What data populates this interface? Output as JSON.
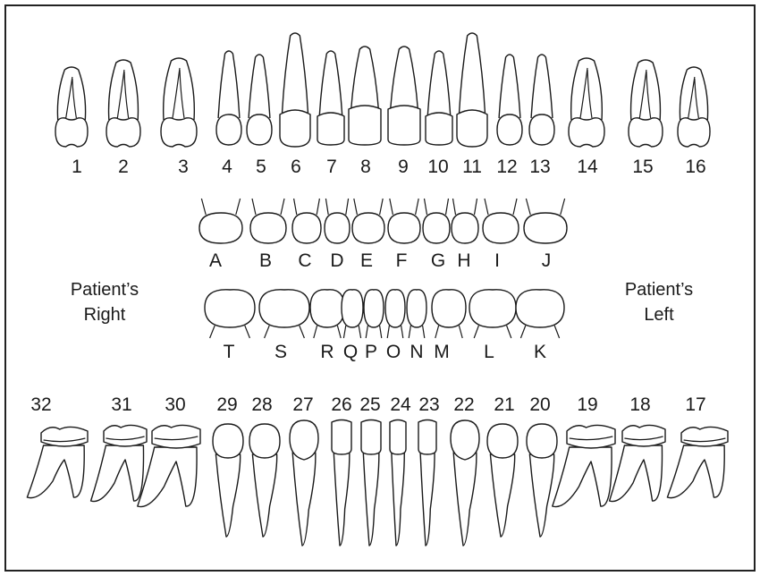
{
  "side_labels": {
    "right": {
      "line1": "Patient’s",
      "line2": "Right"
    },
    "left": {
      "line1": "Patient’s",
      "line2": "Left"
    }
  },
  "permanent_upper": [
    "1",
    "2",
    "3",
    "4",
    "5",
    "6",
    "7",
    "8",
    "9",
    "10",
    "11",
    "12",
    "13",
    "14",
    "15",
    "16"
  ],
  "primary_upper": [
    "A",
    "B",
    "C",
    "D",
    "E",
    "F",
    "G",
    "H",
    "I",
    "J"
  ],
  "primary_lower": [
    "T",
    "S",
    "R",
    "Q",
    "P",
    "O",
    "N",
    "M",
    "L",
    "K"
  ],
  "permanent_lower": [
    "32",
    "31",
    "30",
    "29",
    "28",
    "27",
    "26",
    "25",
    "24",
    "23",
    "22",
    "21",
    "20",
    "19",
    "18",
    "17"
  ],
  "colors": {
    "outline": "#1a1a1a",
    "background": "#ffffff",
    "border": "#222222"
  }
}
